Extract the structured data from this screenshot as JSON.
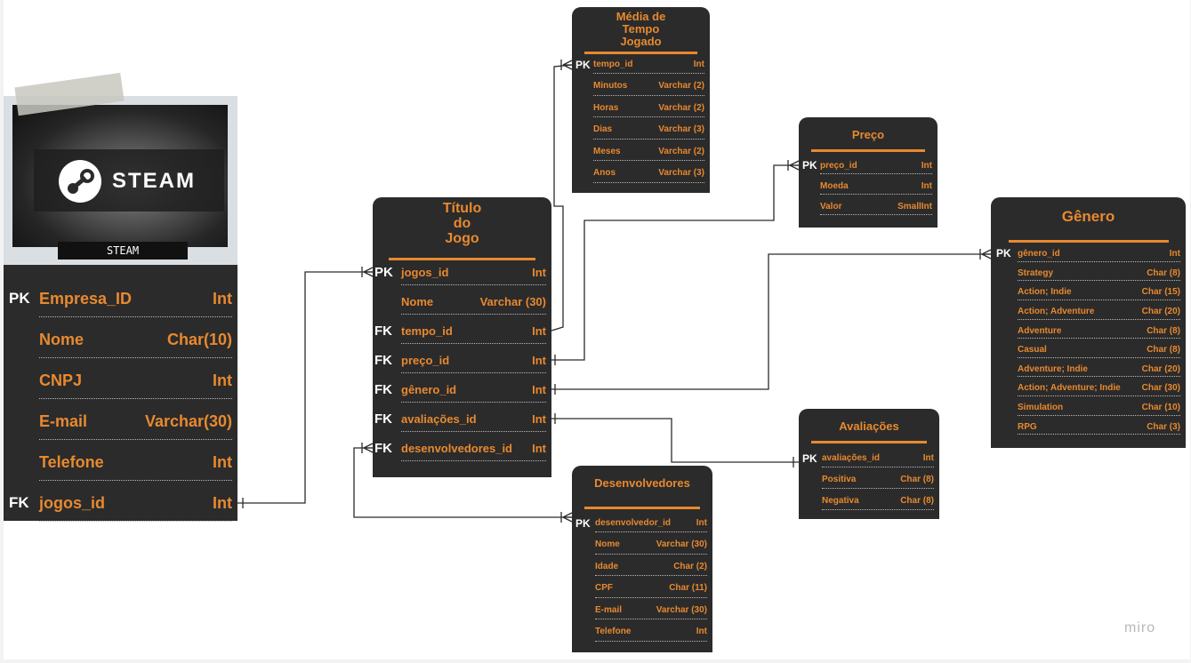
{
  "brand": {
    "watermark": "miro"
  },
  "steam_image": {
    "logo_text": "STEAM",
    "caption": "STEAM"
  },
  "tables": {
    "empresa": {
      "title": "",
      "rows": [
        {
          "key": "PK",
          "name": "Empresa_ID",
          "type": "Int"
        },
        {
          "key": "",
          "name": "Nome",
          "type": "Char(10)"
        },
        {
          "key": "",
          "name": "CNPJ",
          "type": "Int"
        },
        {
          "key": "",
          "name": "E-mail",
          "type": "Varchar(30)"
        },
        {
          "key": "",
          "name": "Telefone",
          "type": "Int"
        },
        {
          "key": "FK",
          "name": "jogos_id",
          "type": "Int"
        }
      ]
    },
    "titulo": {
      "title_lines": [
        "Título",
        "do",
        "Jogo"
      ],
      "rows": [
        {
          "key": "PK",
          "name": "jogos_id",
          "type": "Int"
        },
        {
          "key": "",
          "name": "Nome",
          "type": "Varchar (30)"
        },
        {
          "key": "FK",
          "name": "tempo_id",
          "type": "Int"
        },
        {
          "key": "FK",
          "name": "preço_id",
          "type": "Int"
        },
        {
          "key": "FK",
          "name": "gênero_id",
          "type": "Int"
        },
        {
          "key": "FK",
          "name": "avaliações_id",
          "type": "Int"
        },
        {
          "key": "FK",
          "name": "desenvolvedores_id",
          "type": "Int"
        }
      ]
    },
    "media_tempo": {
      "title_lines": [
        "Média de",
        "Tempo",
        "Jogado"
      ],
      "rows": [
        {
          "key": "PK",
          "name": "tempo_id",
          "type": "Int"
        },
        {
          "key": "",
          "name": "Minutos",
          "type": "Varchar (2)"
        },
        {
          "key": "",
          "name": "Horas",
          "type": "Varchar (2)"
        },
        {
          "key": "",
          "name": "Dias",
          "type": "Varchar (3)"
        },
        {
          "key": "",
          "name": "Meses",
          "type": "Varchar (2)"
        },
        {
          "key": "",
          "name": "Anos",
          "type": "Varchar (3)"
        }
      ]
    },
    "preco": {
      "title_lines": [
        "Preço"
      ],
      "rows": [
        {
          "key": "PK",
          "name": "preço_id",
          "type": "Int"
        },
        {
          "key": "",
          "name": "Moeda",
          "type": "Int"
        },
        {
          "key": "",
          "name": "Valor",
          "type": "SmallInt"
        }
      ]
    },
    "genero": {
      "title_lines": [
        "Gênero"
      ],
      "rows": [
        {
          "key": "PK",
          "name": "gênero_id",
          "type": "Int"
        },
        {
          "key": "",
          "name": "Strategy",
          "type": "Char (8)"
        },
        {
          "key": "",
          "name": "Action; Indie",
          "type": "Char (15)"
        },
        {
          "key": "",
          "name": "Action; Adventure",
          "type": "Char (20)"
        },
        {
          "key": "",
          "name": "Adventure",
          "type": "Char (8)"
        },
        {
          "key": "",
          "name": "Casual",
          "type": "Char (8)"
        },
        {
          "key": "",
          "name": "Adventure; Indie",
          "type": "Char (20)"
        },
        {
          "key": "",
          "name": "Action; Adventure; Indie",
          "type": "Char (30)"
        },
        {
          "key": "",
          "name": "Simulation",
          "type": "Char (10)"
        },
        {
          "key": "",
          "name": "RPG",
          "type": "Char (3)"
        }
      ]
    },
    "avaliacoes": {
      "title_lines": [
        "Avaliações"
      ],
      "rows": [
        {
          "key": "PK",
          "name": "avaliações_id",
          "type": "Int"
        },
        {
          "key": "",
          "name": "Positiva",
          "type": "Char (8)"
        },
        {
          "key": "",
          "name": "Negativa",
          "type": "Char (8)"
        }
      ]
    },
    "desenvolvedores": {
      "title_lines": [
        "Desenvolvedores"
      ],
      "rows": [
        {
          "key": "PK",
          "name": "desenvolvedor_id",
          "type": "Int"
        },
        {
          "key": "",
          "name": "Nome",
          "type": "Varchar (30)"
        },
        {
          "key": "",
          "name": "Idade",
          "type": "Char (2)"
        },
        {
          "key": "",
          "name": "CPF",
          "type": "Char (11)"
        },
        {
          "key": "",
          "name": "E-mail",
          "type": "Varchar (30)"
        },
        {
          "key": "",
          "name": "Telefone",
          "type": "Int"
        }
      ]
    }
  },
  "colors": {
    "table_bg": "#2b2b2b",
    "accent": "#e8892f",
    "key_text": "#ffffff",
    "line": "#2b2b2b"
  }
}
